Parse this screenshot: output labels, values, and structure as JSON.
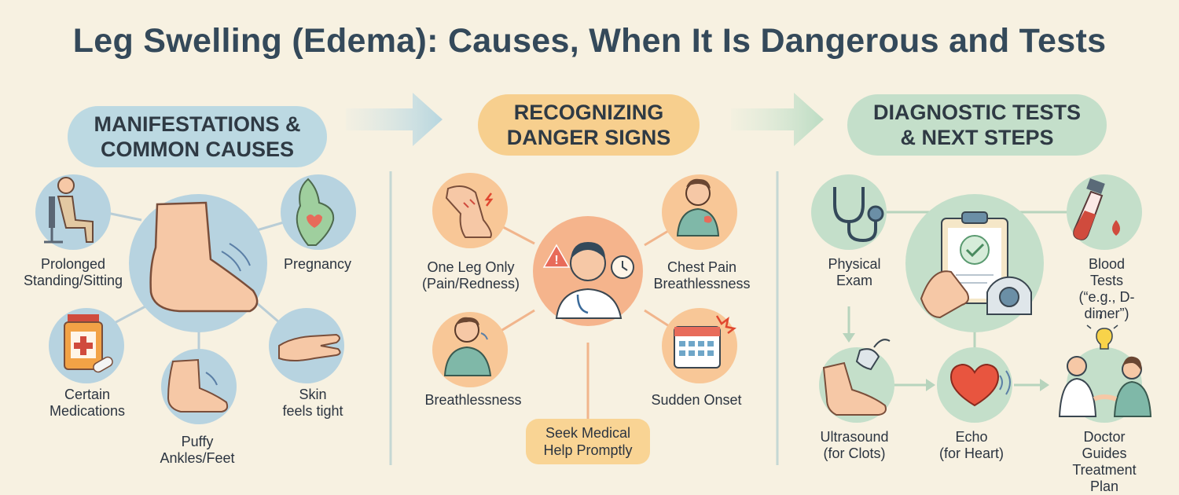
{
  "title": "Leg Swelling (Edema): Causes, When It Is Dangerous and Tests",
  "colors": {
    "heading": "#34495a",
    "blue_panel": "#bcd9e2",
    "orange_panel": "#f7cf8e",
    "green_panel": "#c4dfca",
    "background": "#f7f1e1"
  },
  "sections": {
    "causes": {
      "heading": "MANIFESTATIONS &\nCOMMON CAUSES",
      "center_icon": "swollen-foot-icon",
      "items": [
        {
          "icon": "sitting-person-icon",
          "label": "Prolonged\nStanding/Sitting"
        },
        {
          "icon": "pregnancy-icon",
          "label": "Pregnancy"
        },
        {
          "icon": "medication-bottle-icon",
          "label": "Certain\nMedications"
        },
        {
          "icon": "tight-skin-hand-icon",
          "label": "Skin\nfeels tight"
        },
        {
          "icon": "puffy-foot-icon",
          "label": "Puffy\nAnkles/Feet"
        }
      ]
    },
    "danger": {
      "heading": "RECOGNIZING\nDANGER SIGNS",
      "center_icon": "doctor-warning-icon",
      "items": [
        {
          "icon": "painful-leg-icon",
          "label": "One Leg Only\n(Pain/Redness)"
        },
        {
          "icon": "chest-pain-icon",
          "label": "Chest Pain\nBreathlessness"
        },
        {
          "icon": "breathless-person-icon",
          "label": "Breathlessness"
        },
        {
          "icon": "calendar-alert-icon",
          "label": "Sudden Onset"
        }
      ],
      "callout": "Seek Medical\nHelp Promptly"
    },
    "tests": {
      "heading": "DIAGNOSTIC TESTS\n& NEXT STEPS",
      "center_icon": "clipboard-scan-icon",
      "items": [
        {
          "icon": "stethoscope-icon",
          "label": "Physical\nExam"
        },
        {
          "icon": "blood-tube-icon",
          "label": "Blood Tests\n(“e.g., D-dimer”)"
        },
        {
          "icon": "ultrasound-probe-icon",
          "label": "Ultrasound\n(for Clots)"
        },
        {
          "icon": "heart-echo-icon",
          "label": "Echo\n(for Heart)"
        },
        {
          "icon": "doctor-patient-icon",
          "label": "Doctor Guides\nTreatment Plan"
        }
      ]
    }
  }
}
